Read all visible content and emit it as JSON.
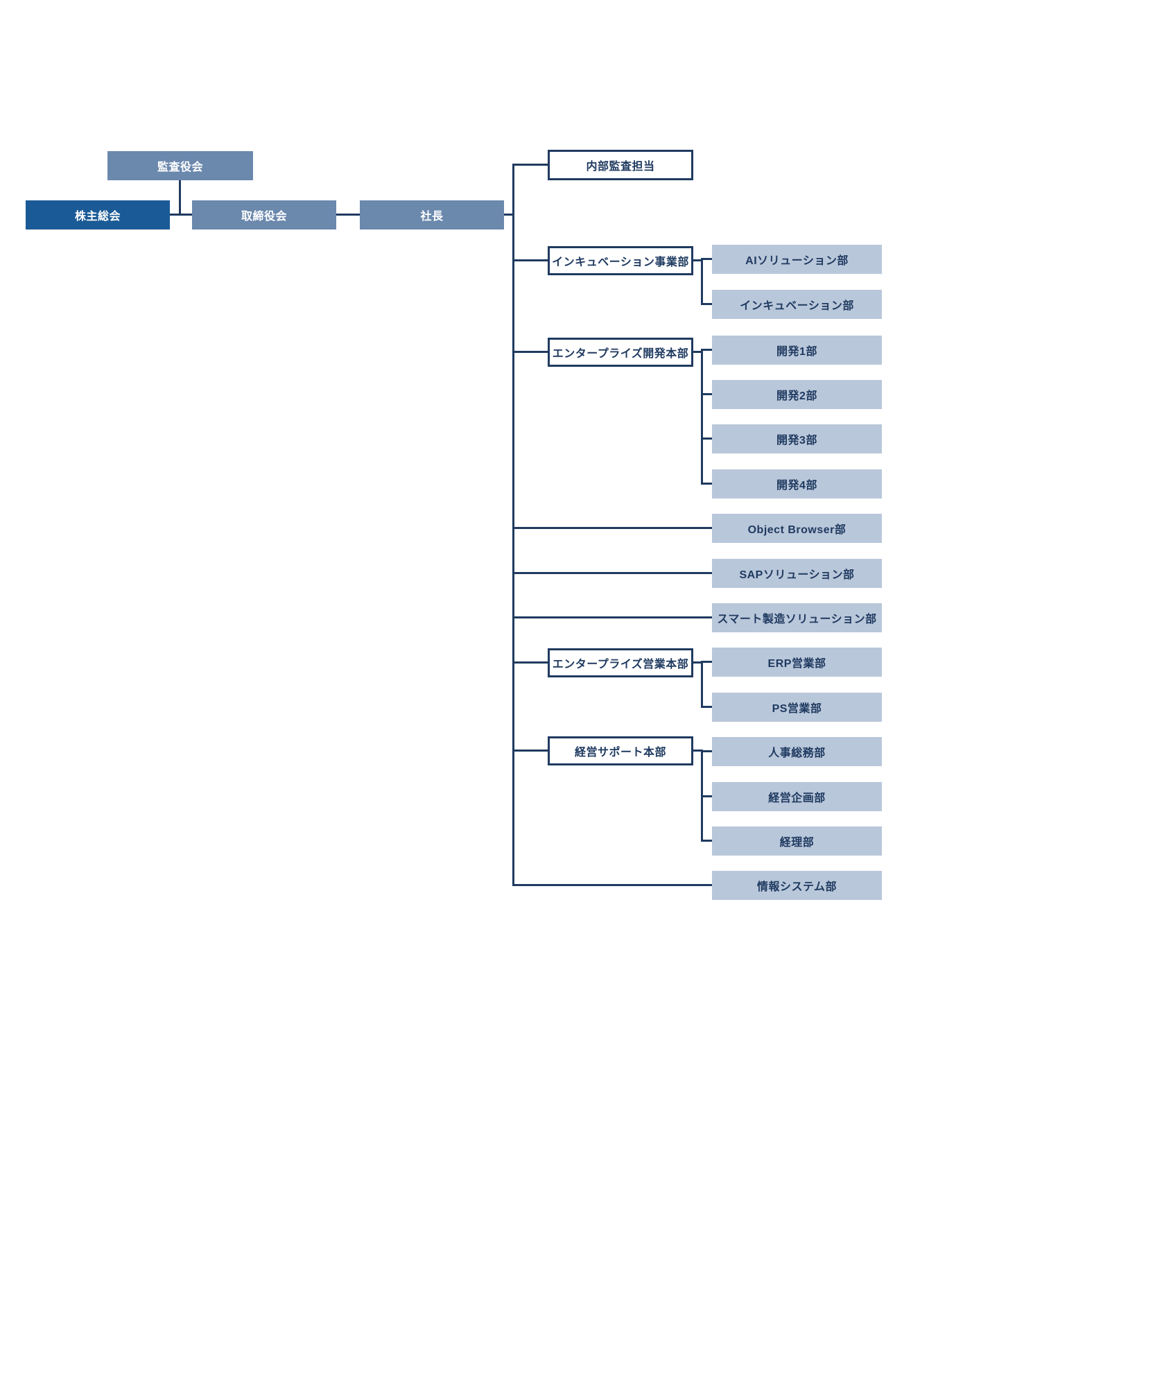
{
  "chart": {
    "type": "org-chart",
    "colors": {
      "dark_blue": "#1a5a96",
      "medium_blue": "#6b88ad",
      "light_blue": "#b9c7da",
      "navy_line": "#1f3a60",
      "background": "#ffffff"
    },
    "nodes": {
      "audit_board": {
        "label": "監査役会"
      },
      "shareholders": {
        "label": "株主総会"
      },
      "board_of_directors": {
        "label": "取締役会"
      },
      "president": {
        "label": "社長"
      },
      "internal_audit": {
        "label": "内部監査担当"
      },
      "incubation_division": {
        "label": "インキュベーション事業部"
      },
      "ai_solution": {
        "label": "AIソリューション部"
      },
      "incubation_dept": {
        "label": "インキュベーション部"
      },
      "enterprise_dev_hq": {
        "label": "エンタープライズ開発本部"
      },
      "dev1": {
        "label": "開発1部"
      },
      "dev2": {
        "label": "開発2部"
      },
      "dev3": {
        "label": "開発3部"
      },
      "dev4": {
        "label": "開発4部"
      },
      "object_browser": {
        "label": "Object Browser部"
      },
      "sap_solution": {
        "label": "SAPソリューション部"
      },
      "smart_mfg": {
        "label": "スマート製造ソリューション部"
      },
      "enterprise_sales_hq": {
        "label": "エンタープライズ営業本部"
      },
      "erp_sales": {
        "label": "ERP営業部"
      },
      "ps_sales": {
        "label": "PS営業部"
      },
      "mgmt_support_hq": {
        "label": "経営サポート本部"
      },
      "hr_general_affairs": {
        "label": "人事総務部"
      },
      "corporate_planning": {
        "label": "経営企画部"
      },
      "accounting": {
        "label": "経理部"
      },
      "info_systems": {
        "label": "情報システム部"
      }
    }
  }
}
